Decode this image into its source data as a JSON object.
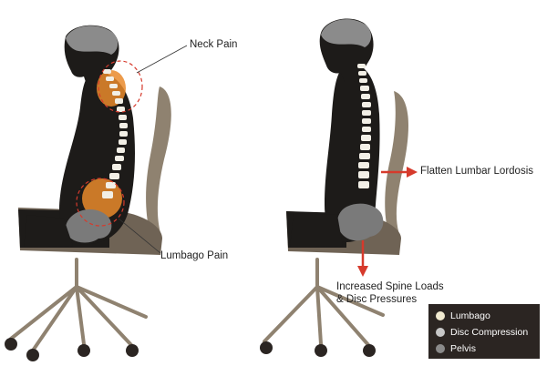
{
  "colors": {
    "body": "#1d1b19",
    "head": "#8b8b8b",
    "chair": "#8f8270",
    "chair_dark": "#6f6355",
    "seat": "#262422",
    "spine": "#f2efe6",
    "pain": "#e98a2c",
    "pelvis": "#7a7a7a",
    "arrow": "#d63a2c",
    "circle": "#d63a2c"
  },
  "annotations": {
    "neck_pain": "Neck Pain",
    "lumbago_pain": "Lumbago Pain",
    "flatten_lordosis": "Flatten Lumbar Lordosis",
    "spine_loads_line1": "Increased Spine Loads",
    "spine_loads_line2": "& Disc Pressures"
  },
  "legend": {
    "items": [
      {
        "label": "Lumbago",
        "color": "#f1ead0"
      },
      {
        "label": "Disc Compression",
        "color": "#c7c7c7"
      },
      {
        "label": "Pelvis",
        "color": "#8a8a8a"
      }
    ]
  }
}
